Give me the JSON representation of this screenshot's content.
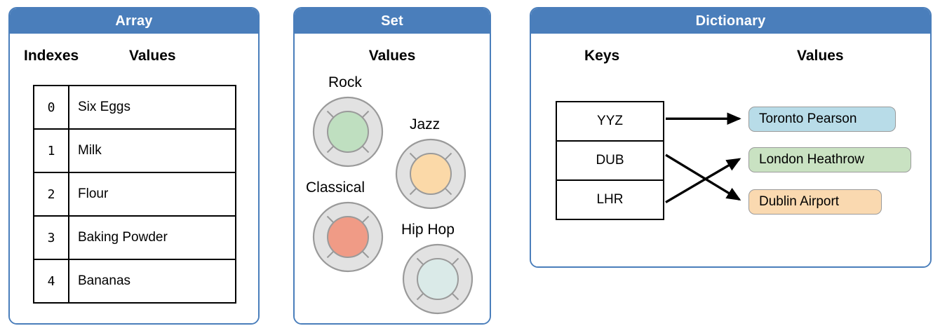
{
  "panels": [
    {
      "title": "Array",
      "columns": {
        "left": "Indexes",
        "right": "Values"
      },
      "rows": [
        {
          "index": "0",
          "value": "Six Eggs"
        },
        {
          "index": "1",
          "value": "Milk"
        },
        {
          "index": "2",
          "value": "Flour"
        },
        {
          "index": "3",
          "value": "Baking Powder"
        },
        {
          "index": "4",
          "value": "Bananas"
        }
      ]
    },
    {
      "title": "Set",
      "columns": {
        "values": "Values"
      },
      "items": [
        {
          "label": "Rock",
          "color": "#bfdfc0",
          "icon": "record-icon"
        },
        {
          "label": "Jazz",
          "color": "#fbd9a8",
          "icon": "record-icon"
        },
        {
          "label": "Classical",
          "color": "#f09b86",
          "icon": "record-icon"
        },
        {
          "label": "Hip Hop",
          "color": "#daeae8",
          "icon": "record-icon"
        }
      ]
    },
    {
      "title": "Dictionary",
      "columns": {
        "keys": "Keys",
        "values": "Values"
      },
      "keys": [
        "YYZ",
        "DUB",
        "LHR"
      ],
      "values": [
        {
          "label": "Toronto Pearson",
          "color": "#b8dce8"
        },
        {
          "label": "London Heathrow",
          "color": "#c9e2c2"
        },
        {
          "label": "Dublin Airport",
          "color": "#fad9b0"
        }
      ],
      "mappings": [
        {
          "from": "YYZ",
          "to": "Toronto Pearson"
        },
        {
          "from": "DUB",
          "to": "Dublin Airport"
        },
        {
          "from": "LHR",
          "to": "London Heathrow"
        }
      ]
    }
  ],
  "colors": {
    "panel_border": "#4a7ebb",
    "panel_header_bg": "#4a7ebb",
    "panel_header_text": "#ffffff",
    "table_border": "#000000",
    "icon_ring": "#e2e2e2",
    "icon_outline": "#9a9a9a"
  }
}
